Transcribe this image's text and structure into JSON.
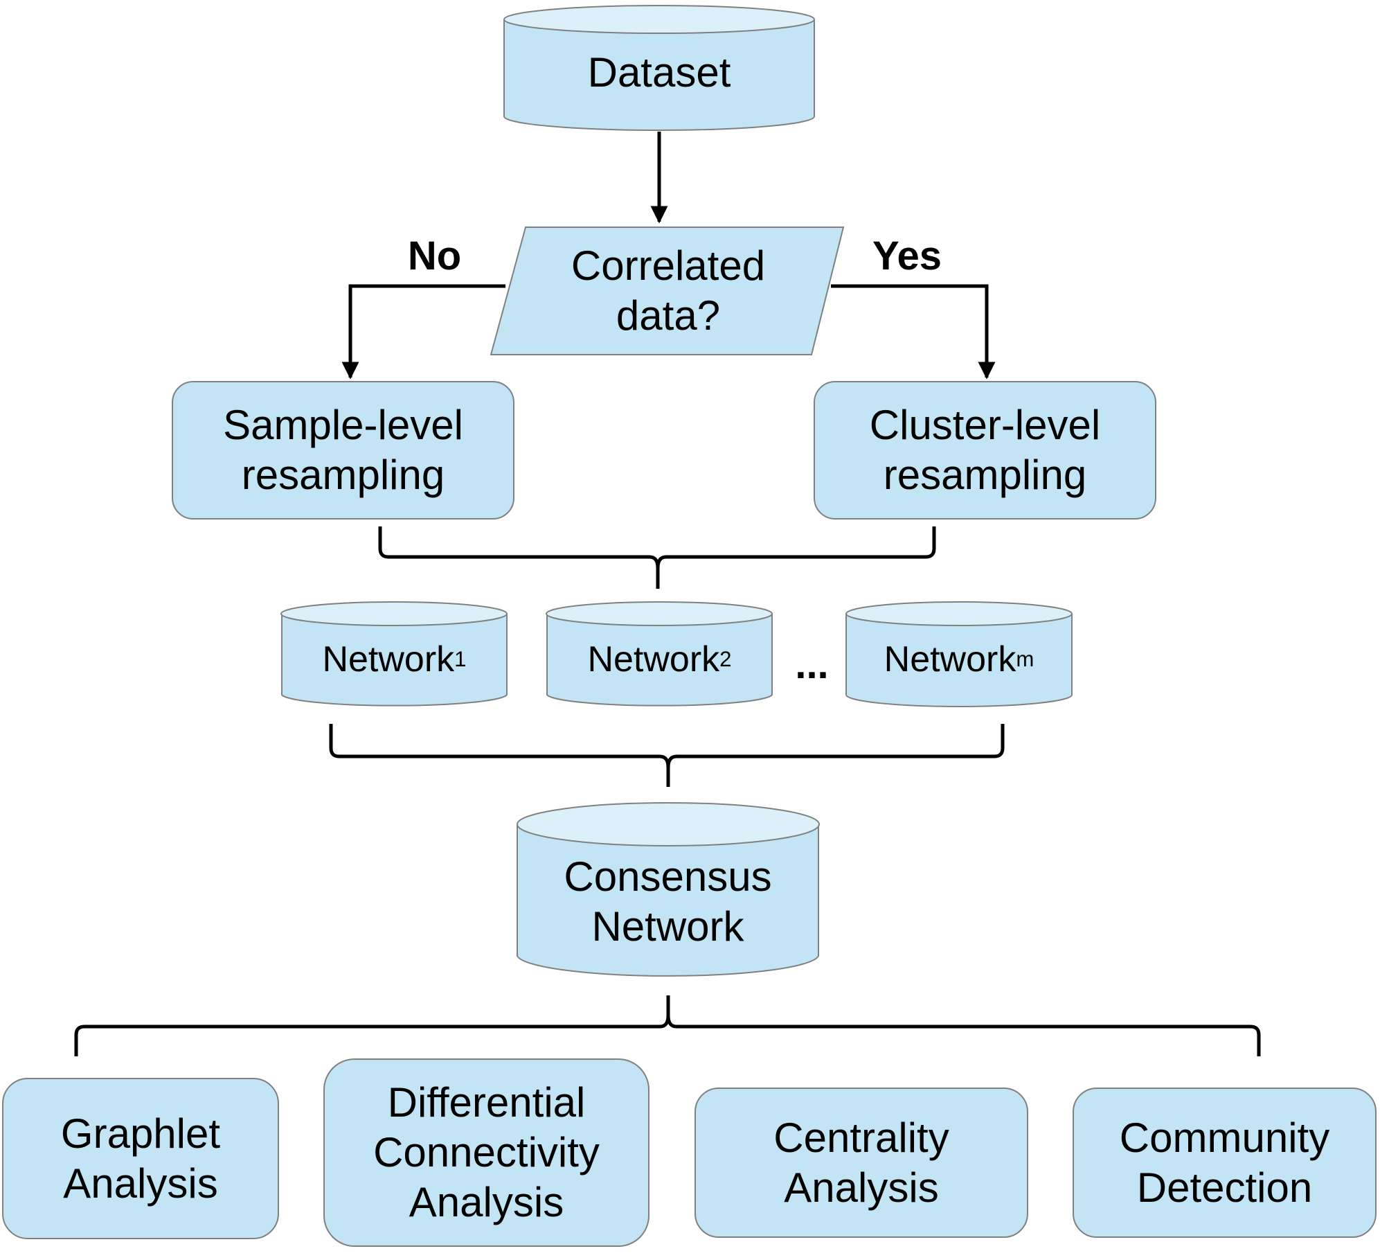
{
  "colors": {
    "fill": "#c2e4f4",
    "fill_top": "#dcf0fa",
    "stroke": "#808080",
    "line": "#000000"
  },
  "nodes": {
    "dataset": {
      "label": "Dataset"
    },
    "decision": {
      "line1": "Correlated",
      "line2": "data?"
    },
    "branch_no": {
      "label": "No"
    },
    "branch_yes": {
      "label": "Yes"
    },
    "sample_level": {
      "line1": "Sample-level",
      "line2": "resampling"
    },
    "cluster_level": {
      "line1": "Cluster-level",
      "line2": "resampling"
    },
    "networks": [
      {
        "base": "Network",
        "sub": "1"
      },
      {
        "base": "Network",
        "sub": "2"
      },
      {
        "base": "Network",
        "sub": "m"
      }
    ],
    "ellipsis": "...",
    "consensus": {
      "line1": "Consensus",
      "line2": "Network"
    },
    "analyses": [
      {
        "lines": [
          "Graphlet",
          "Analysis"
        ]
      },
      {
        "lines": [
          "Differential",
          "Connectivity",
          "Analysis"
        ]
      },
      {
        "lines": [
          "Centrality",
          "Analysis"
        ]
      },
      {
        "lines": [
          "Community",
          "Detection"
        ]
      }
    ]
  }
}
